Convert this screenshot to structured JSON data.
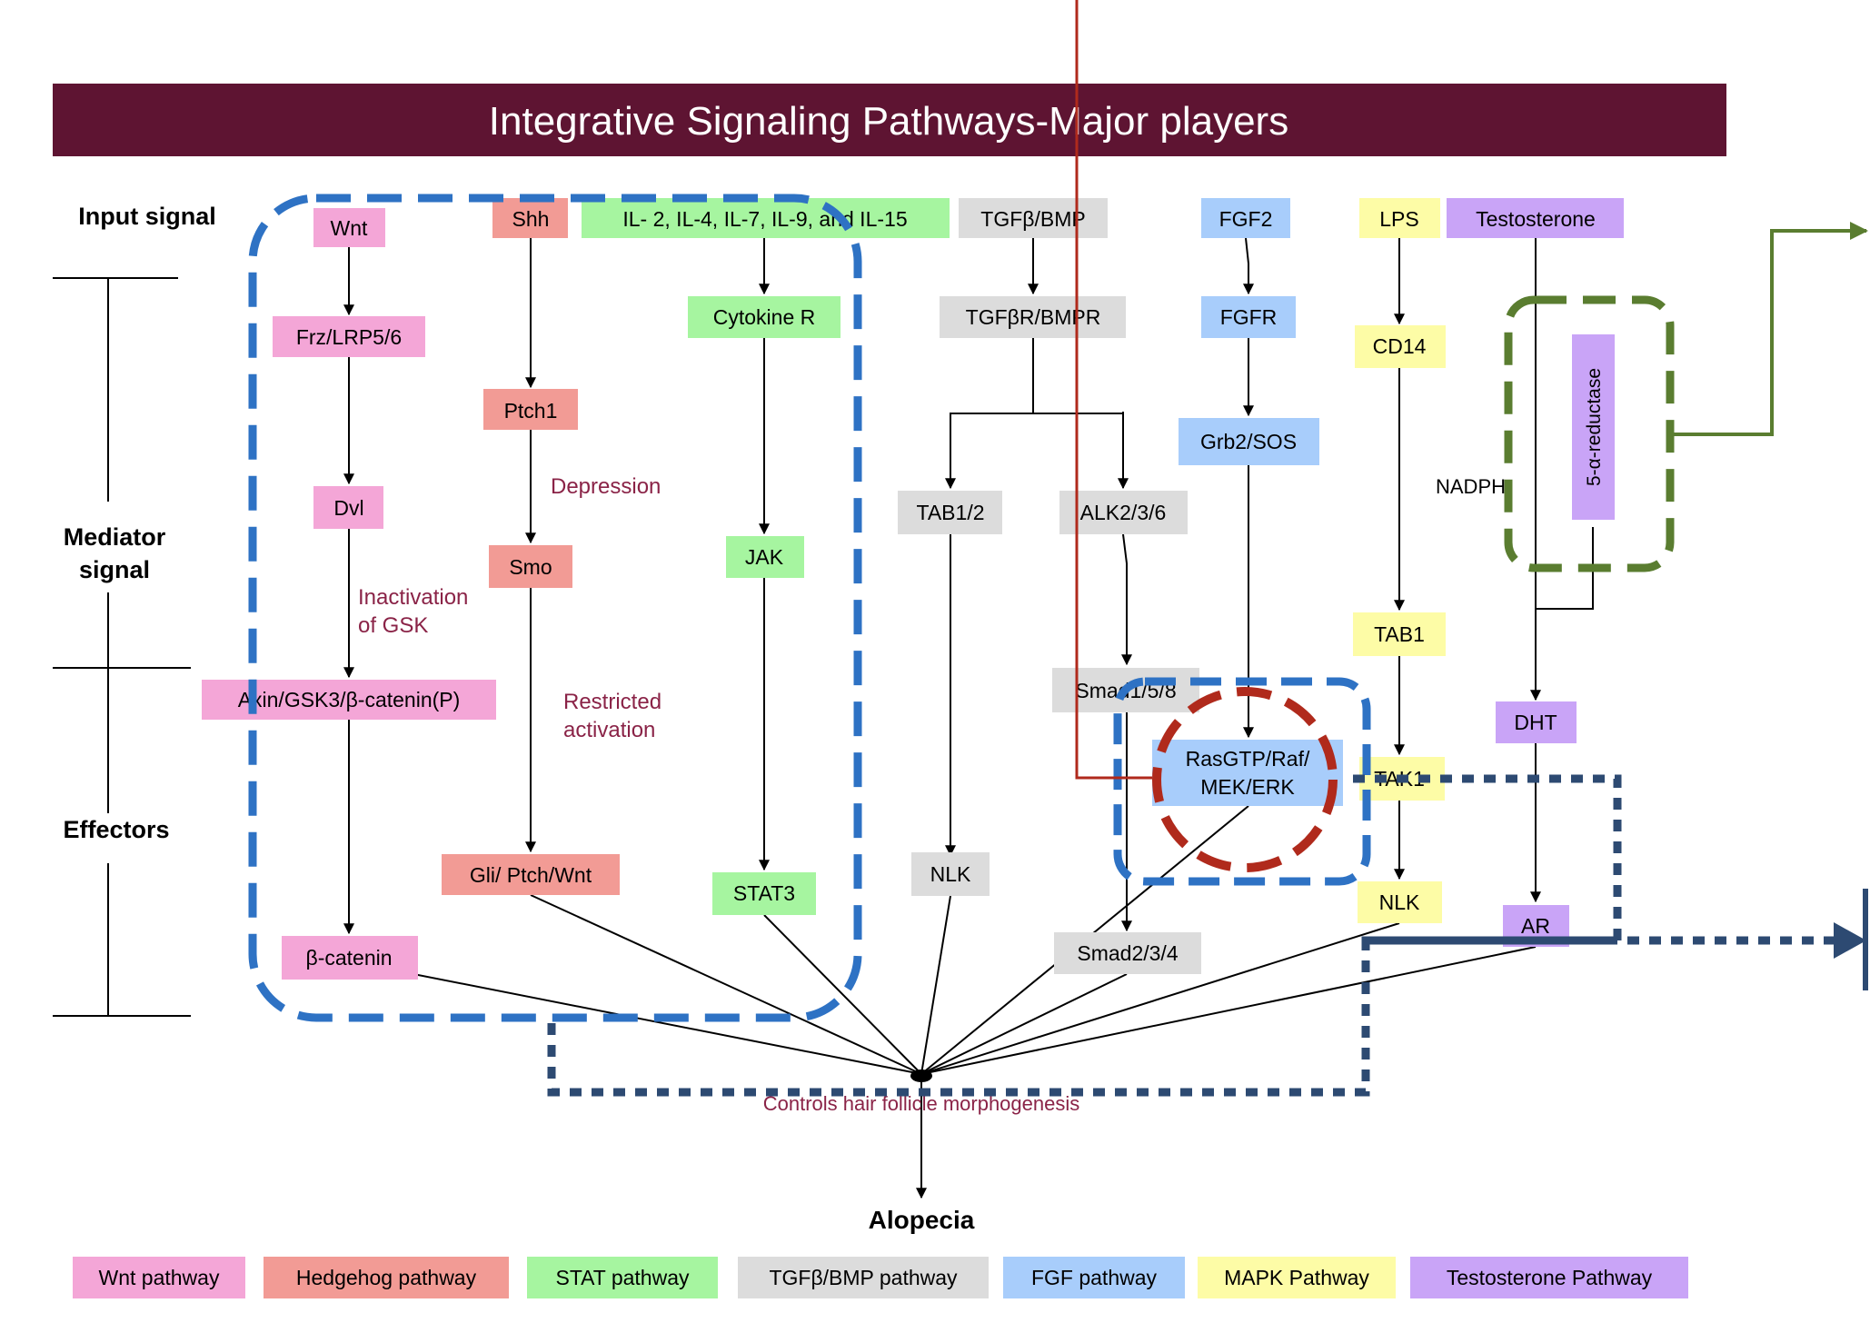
{
  "title": "Integrative Signaling Pathways-Major players",
  "row_labels": {
    "input": "Input signal",
    "mediator_1": "Mediator",
    "mediator_2": "signal",
    "effectors": "Effectors"
  },
  "nodes": {
    "wnt": "Wnt",
    "frz": "Frz/LRP5/6",
    "dvl": "Dvl",
    "axin": "Axin/GSK3/β-catenin(P)",
    "bcatenin": "β-catenin",
    "shh": "Shh",
    "ptch1": "Ptch1",
    "smo": "Smo",
    "gli": "Gli/ Ptch/Wnt",
    "il": "IL- 2, IL-4, IL-7, IL-9, and IL-15",
    "cytokine": "Cytokine R",
    "jak": "JAK",
    "stat3": "STAT3",
    "tgfb": "TGFβ/BMP",
    "tgfbr": "TGFβR/BMPR",
    "tab12": "TAB1/2",
    "alk": "ALK2/3/6",
    "nlk_grey": "NLK",
    "smad158": "Smad1/5/8",
    "smad234": "Smad2/3/4",
    "fgf2": "FGF2",
    "fgfr": "FGFR",
    "grb2": "Grb2/SOS",
    "ras_1": "RasGTP/Raf/",
    "ras_2": "MEK/ERK",
    "lps": "LPS",
    "cd14": "CD14",
    "tab1": "TAB1",
    "tak1": "TAK1",
    "nlk_yellow": "NLK",
    "testosterone": "Testosterone",
    "reductase": "5-α-reductase",
    "dht": "DHT",
    "ar": "AR"
  },
  "annotations": {
    "depression": "Depression",
    "inactivation_1": "Inactivation",
    "inactivation_2": "of GSK",
    "restricted_1": "Restricted",
    "restricted_2": "activation",
    "nadph": "NADPH",
    "controls": "Controls hair follicle morphogenesis",
    "alopecia": "Alopecia"
  },
  "legend": [
    {
      "label": "Wnt pathway",
      "color": "#f4a6d7"
    },
    {
      "label": "Hedgehog pathway",
      "color": "#f29b95"
    },
    {
      "label": "STAT pathway",
      "color": "#a6f5a0"
    },
    {
      "label": "TGFβ/BMP pathway",
      "color": "#dcdcdc"
    },
    {
      "label": "FGF  pathway",
      "color": "#a8cdfb"
    },
    {
      "label": "MAPK Pathway",
      "color": "#fdfca6"
    },
    {
      "label": "Testosterone Pathway",
      "color": "#c9a4f7"
    }
  ],
  "colors": {
    "title_bar": "#5e1432",
    "wnt": "#f4a6d7",
    "hedgehog": "#f29b95",
    "stat": "#a6f5a0",
    "tgfb": "#dcdcdc",
    "fgf": "#a8cdfb",
    "mapk": "#fdfca6",
    "testosterone": "#c9a4f7",
    "blue_dashed": "#2e72c4",
    "green_dashed": "#5a7d30",
    "red_dashed": "#b02a1c",
    "navy_dotted": "#2d4a72",
    "annotation_text": "#8a2347"
  }
}
